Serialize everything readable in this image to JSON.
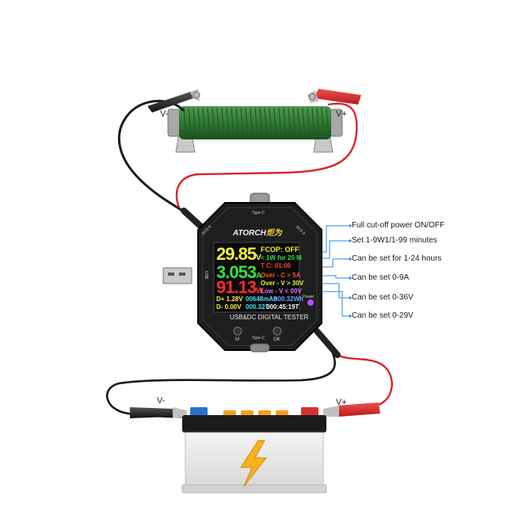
{
  "wire_labels": {
    "top_negative": "V-",
    "top_positive": "V+",
    "bottom_negative": "V-",
    "bottom_positive": "V+"
  },
  "device": {
    "brand": "ATORCH",
    "brand_cn": "炬为",
    "model_label": "USB&DC DIGITAL TESTER",
    "port_top": "Type-C",
    "port_bottom": "Type-C",
    "port_left": "USB",
    "port_dc_left": "DC5.5",
    "port_dc_right": "DC5.5",
    "power_label": "Power",
    "button_m": "M",
    "button_ok": "OK",
    "screen": {
      "voltage": "29.85",
      "voltage_unit": "V",
      "current": "3.053",
      "current_unit": "A",
      "power": "91.13",
      "power_unit": "W",
      "fcop": "FCOP: OFF",
      "rate": "< 1W for 20 M",
      "tc": "T C: 01:00",
      "over_c": "Over - C > 5A",
      "over_v": "Over - V > 30V",
      "low_v": "Low - V < 00V",
      "dplus": "D+ 1.28V",
      "dminus": "D- 0.00V",
      "capacity": "00648mAh",
      "energy": "000.32Wh",
      "kwh": "000.32T",
      "time": "000:45:19T"
    }
  },
  "annotations": [
    "Full cut-off power ON/OFF",
    "Set 1-9W1/1-99 minutes",
    "Can be set for 1-24 hours",
    "Can be set 0-9A",
    "Can be set 0-36V",
    "Can be set 0-29V"
  ],
  "colors": {
    "wire_red": "#d8262a",
    "wire_black": "#1b1b1b",
    "resistor_green": "#2f7a34",
    "screen_bg": "#0a0a0a",
    "voltage": "#f2f23a",
    "current": "#33e04a",
    "power": "#ff2a2a",
    "annotation_line": "#2a8be0",
    "battery_top": "#1c1c1c",
    "bolt": "#f5b21c"
  }
}
